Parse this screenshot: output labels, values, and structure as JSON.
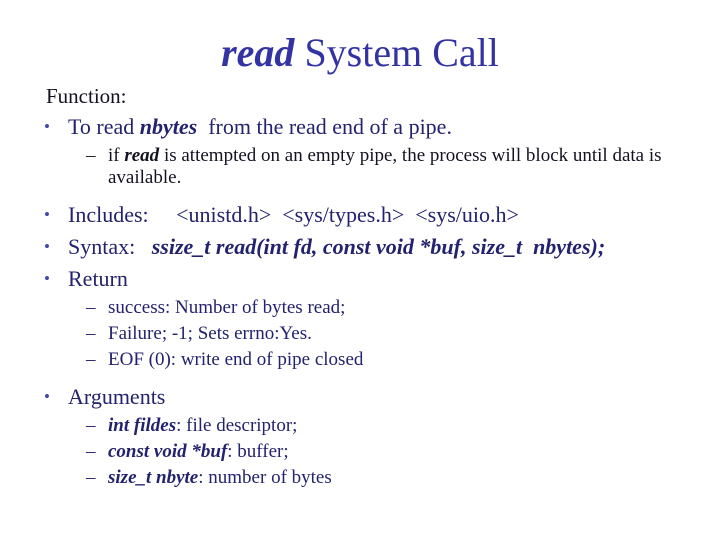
{
  "slide": {
    "background": "#ffffff",
    "colors": {
      "title": "#3333a4",
      "navy": "#22226e",
      "black": "#121220",
      "bullet_dot": "#4646a6"
    },
    "markers": {
      "bullet": "•",
      "dash": "–"
    },
    "title": {
      "runs": [
        {
          "t": "read",
          "s": "bi"
        },
        {
          "t": " System Call"
        }
      ]
    },
    "lines": [
      {
        "type": "plain",
        "color": "black",
        "runs": [
          {
            "t": "Function:"
          }
        ]
      },
      {
        "type": "b1",
        "color": "navy",
        "runs": [
          {
            "t": "To read "
          },
          {
            "t": "nbytes",
            "s": "bi"
          },
          {
            "t": "  from the read end of a pipe."
          }
        ]
      },
      {
        "type": "b2",
        "color": "black",
        "wrap": 580,
        "runs": [
          {
            "t": "if "
          },
          {
            "t": "read",
            "s": "bi"
          },
          {
            "t": " is attempted on an empty pipe, the process will block until data is available."
          }
        ]
      },
      {
        "type": "b1",
        "color": "navy",
        "gap": true,
        "runs": [
          {
            "t": "Includes:     <unistd.h>  <sys/types.h>  <sys/uio.h>"
          }
        ]
      },
      {
        "type": "b1",
        "color": "navy",
        "runs": [
          {
            "t": "Syntax:   "
          },
          {
            "t": "ssize_t read(int fd, const void *buf, size_t  nbytes);",
            "s": "bi"
          }
        ]
      },
      {
        "type": "b1",
        "color": "navy",
        "runs": [
          {
            "t": "Return"
          }
        ]
      },
      {
        "type": "b2",
        "color": "navy",
        "runs": [
          {
            "t": "success: Number of bytes read;"
          }
        ]
      },
      {
        "type": "b2",
        "color": "navy",
        "runs": [
          {
            "t": "Failure; -1; Sets errno:Yes."
          }
        ]
      },
      {
        "type": "b2",
        "color": "navy",
        "runs": [
          {
            "t": "EOF (0): write end of pipe closed"
          }
        ]
      },
      {
        "type": "b1",
        "color": "navy",
        "gap": true,
        "runs": [
          {
            "t": "Arguments"
          }
        ]
      },
      {
        "type": "b2",
        "color": "navy",
        "runs": [
          {
            "t": "int fildes",
            "s": "bi"
          },
          {
            "t": ": file descriptor;"
          }
        ]
      },
      {
        "type": "b2",
        "color": "navy",
        "runs": [
          {
            "t": "const void *buf",
            "s": "bi"
          },
          {
            "t": ": buffer;"
          }
        ]
      },
      {
        "type": "b2",
        "color": "navy",
        "runs": [
          {
            "t": "size_t nbyte",
            "s": "bi"
          },
          {
            "t": ": number of bytes"
          }
        ]
      }
    ]
  }
}
